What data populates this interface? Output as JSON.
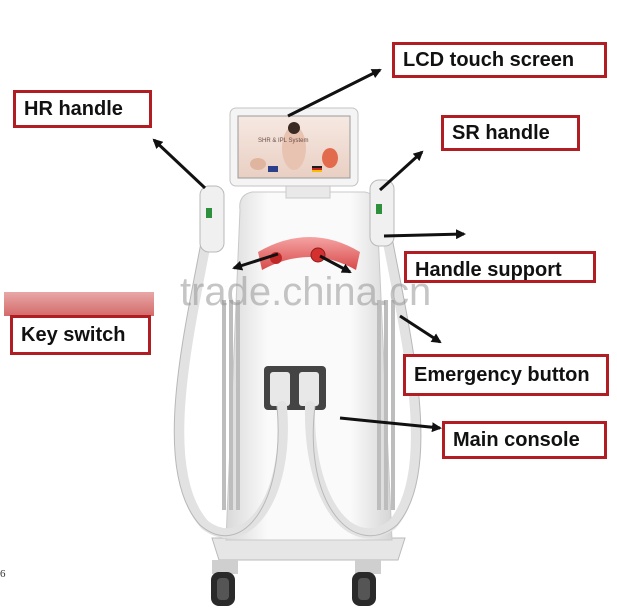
{
  "labels": {
    "lcd_touch_screen": "LCD touch screen",
    "hr_handle": "HR handle",
    "sr_handle": "SR handle",
    "handle_support": "Handle support",
    "key_switch": "Key switch",
    "emergency_button": "Emergency button",
    "main_console": "Main console"
  },
  "screen": {
    "title": "SHR & IPL System"
  },
  "watermark": "trade.china.cn",
  "corner_mark": "6",
  "colors": {
    "label_border": "#b01e23",
    "arrow": "#111111",
    "device_body": "#f4f4f4",
    "handle_ring": "#e25b5b"
  }
}
